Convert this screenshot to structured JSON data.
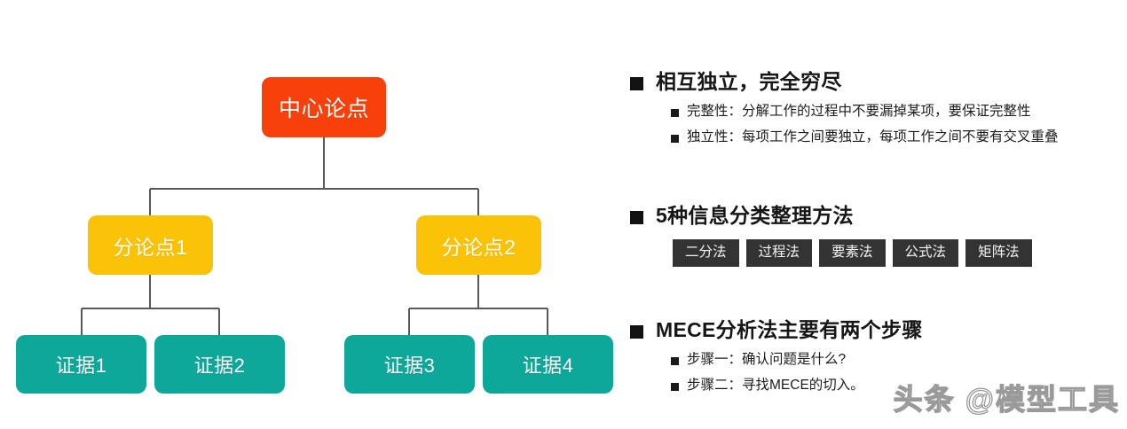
{
  "diagram": {
    "type": "hierarchy-tree",
    "line_color": "#595959",
    "nodes": {
      "root": {
        "label": "中心论点",
        "color": "#f8400a"
      },
      "branches": [
        {
          "label": "分论点1",
          "color": "#fbc307"
        },
        {
          "label": "分论点2",
          "color": "#fbc307"
        }
      ],
      "leaves": [
        {
          "label": "证据1",
          "color": "#0ea89a"
        },
        {
          "label": "证据2",
          "color": "#0ea89a"
        },
        {
          "label": "证据3",
          "color": "#0ea89a"
        },
        {
          "label": "证据4",
          "color": "#0ea89a"
        }
      ]
    }
  },
  "outline": {
    "sections": [
      {
        "heading": "相互独立，完全穷尽",
        "items": [
          "完整性：分解工作的过程中不要漏掉某项，要保证完整性",
          "独立性：每项工作之间要独立，每项工作之间不要有交叉重叠"
        ]
      },
      {
        "heading": "5种信息分类整理方法",
        "chips": [
          "二分法",
          "过程法",
          "要素法",
          "公式法",
          "矩阵法"
        ]
      },
      {
        "heading": "MECE分析法主要有两个步骤",
        "items": [
          "步骤一：确认问题是什么?",
          "步骤二：寻找MECE的切入。"
        ]
      }
    ]
  },
  "watermark": {
    "text": "头条 @模型工具"
  }
}
